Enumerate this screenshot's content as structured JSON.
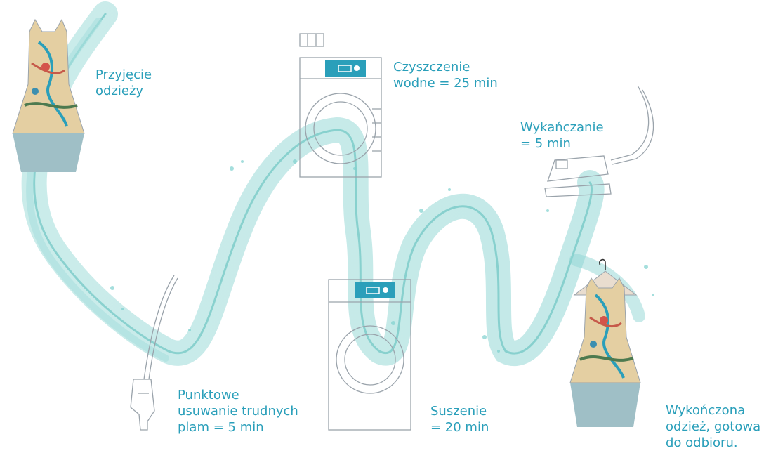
{
  "colors": {
    "accent": "#2a9fba",
    "water": "#7fd1cf",
    "line_art": "#9aa3ab",
    "skirt": "#9fbfc6"
  },
  "steps": [
    {
      "id": "intake",
      "lines": [
        "Przyjęcie",
        "odzieży"
      ],
      "icon": "dress-icon"
    },
    {
      "id": "spot",
      "lines": [
        "Punktowe",
        "usuwanie trudnych",
        "plam = 5 min"
      ],
      "icon": "spotting-gun-icon"
    },
    {
      "id": "wash",
      "lines": [
        "Czyszczenie",
        "wodne = 25 min"
      ],
      "icon": "washer-icon"
    },
    {
      "id": "dry",
      "lines": [
        "Suszenie",
        "= 20 min"
      ],
      "icon": "dryer-icon"
    },
    {
      "id": "finish",
      "lines": [
        "Wykańczanie",
        "= 5 min"
      ],
      "icon": "iron-icon"
    },
    {
      "id": "done",
      "lines": [
        "Wykończona",
        "odzież, gotowa",
        "do odbioru."
      ],
      "icon": "dress-on-hanger-icon"
    }
  ]
}
